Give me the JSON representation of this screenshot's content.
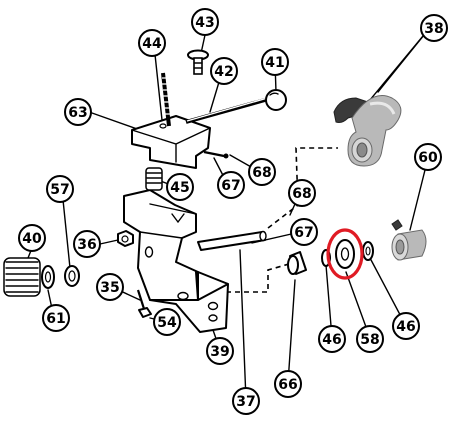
{
  "callouts": [
    {
      "id": "c43",
      "label": "43"
    },
    {
      "id": "c44",
      "label": "44"
    },
    {
      "id": "c42",
      "label": "42"
    },
    {
      "id": "c41",
      "label": "41"
    },
    {
      "id": "c38",
      "label": "38"
    },
    {
      "id": "c63",
      "label": "63"
    },
    {
      "id": "c67a",
      "label": "67"
    },
    {
      "id": "c68a",
      "label": "68"
    },
    {
      "id": "c45",
      "label": "45"
    },
    {
      "id": "c60",
      "label": "60"
    },
    {
      "id": "c57",
      "label": "57"
    },
    {
      "id": "c68b",
      "label": "68"
    },
    {
      "id": "c40",
      "label": "40"
    },
    {
      "id": "c36",
      "label": "36"
    },
    {
      "id": "c67b",
      "label": "67"
    },
    {
      "id": "c35",
      "label": "35"
    },
    {
      "id": "c61",
      "label": "61"
    },
    {
      "id": "c54",
      "label": "54"
    },
    {
      "id": "c46a",
      "label": "46"
    },
    {
      "id": "c58",
      "label": "58"
    },
    {
      "id": "c46b",
      "label": "46"
    },
    {
      "id": "c39",
      "label": "39"
    },
    {
      "id": "c66",
      "label": "66"
    },
    {
      "id": "c37",
      "label": "37"
    }
  ],
  "highlight": {
    "target": "58",
    "color": "#e01b24"
  },
  "colors": {
    "ink": "#000000",
    "paper": "#ffffff",
    "photo_gray": "#b9b9b9"
  }
}
